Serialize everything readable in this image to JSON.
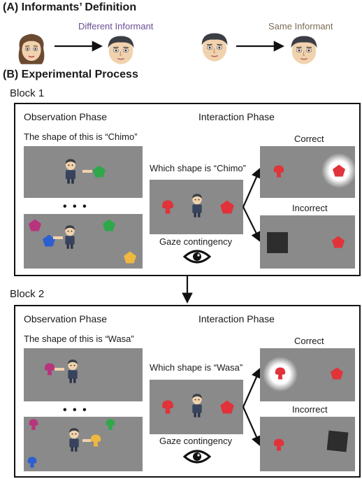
{
  "section_a": {
    "title": "(A)   Informants’ Definition",
    "left_label": "Different Informant",
    "right_label": "Same Informant",
    "left_label_color": "#6a4f93",
    "right_label_color": "#7b6b55"
  },
  "section_b": {
    "title": "(B)   Experimental Process"
  },
  "block1": {
    "title": "Block 1",
    "observation_phase": "Observation Phase",
    "interaction_phase": "Interaction Phase",
    "observation_caption": "The shape of this is “Chimo”",
    "question": "Which shape is “Chimo”",
    "gaze": "Gaze contingency",
    "correct": "Correct",
    "incorrect": "Incorrect",
    "dots": "• • •"
  },
  "block2": {
    "title": "Block 2",
    "observation_phase": "Observation Phase",
    "interaction_phase": "Interaction Phase",
    "observation_caption": "The shape of this is “Wasa”",
    "question": "Which shape is “Wasa”",
    "gaze": "Gaze contingency",
    "correct": "Correct",
    "incorrect": "Incorrect",
    "dots": "• • •"
  },
  "colors": {
    "scene_gray": "#8a8a8a",
    "shape_red": "#e0333a",
    "shape_green": "#2fa84a",
    "shape_magenta": "#b8347c",
    "shape_blue": "#2d5fd0",
    "shape_yellow": "#efb83f",
    "hair_dark": "#3b3e44",
    "hair_brown": "#6b4a32",
    "skin": "#f1d2ae",
    "shirt": "#38445e",
    "black_square": "#2d2d2d"
  },
  "icons": {
    "face_female": "female-informant-icon",
    "face_male": "male-informant-icon",
    "character": "informant-character-icon",
    "eye": "eye-icon",
    "pentagon": "pentagon-shape",
    "mushroom": "mushroom-shape"
  }
}
